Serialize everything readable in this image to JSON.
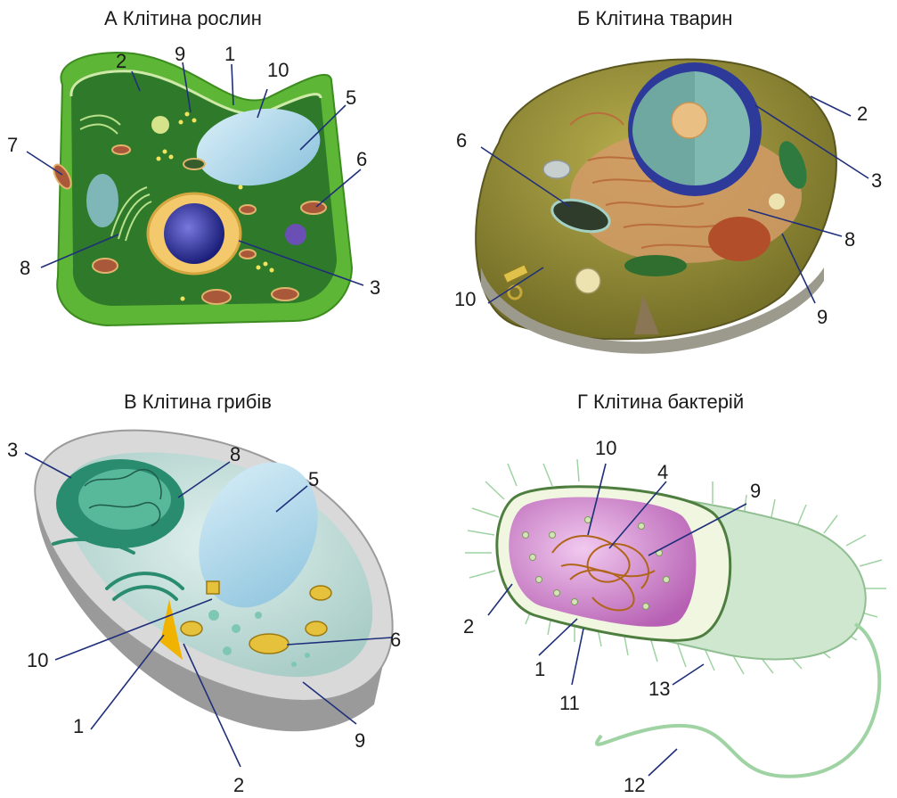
{
  "panels": {
    "plant": {
      "title": "А Клітина рослин",
      "labels": [
        "2",
        "9",
        "1",
        "10",
        "5",
        "7",
        "6",
        "8",
        "3"
      ]
    },
    "animal": {
      "title": "Б Клітина тварин",
      "labels": [
        "6",
        "2",
        "3",
        "8",
        "10",
        "9"
      ]
    },
    "fungus": {
      "title": "В Клітина грибів",
      "labels": [
        "3",
        "8",
        "5",
        "10",
        "6",
        "1",
        "2",
        "9"
      ]
    },
    "bacteria": {
      "title": "Г Клітина бактерій",
      "labels": [
        "10",
        "4",
        "9",
        "2",
        "1",
        "11",
        "13",
        "12"
      ]
    }
  },
  "colors": {
    "plant_wall": "#6cbf3f",
    "plant_cytoplasm": "#2f7d2a",
    "animal_cell": "#8e8a36",
    "fungus_cell": "#bcd9d4",
    "bacteria_cell": "#cfe6cf",
    "leader_line": "#1f2f7a"
  }
}
